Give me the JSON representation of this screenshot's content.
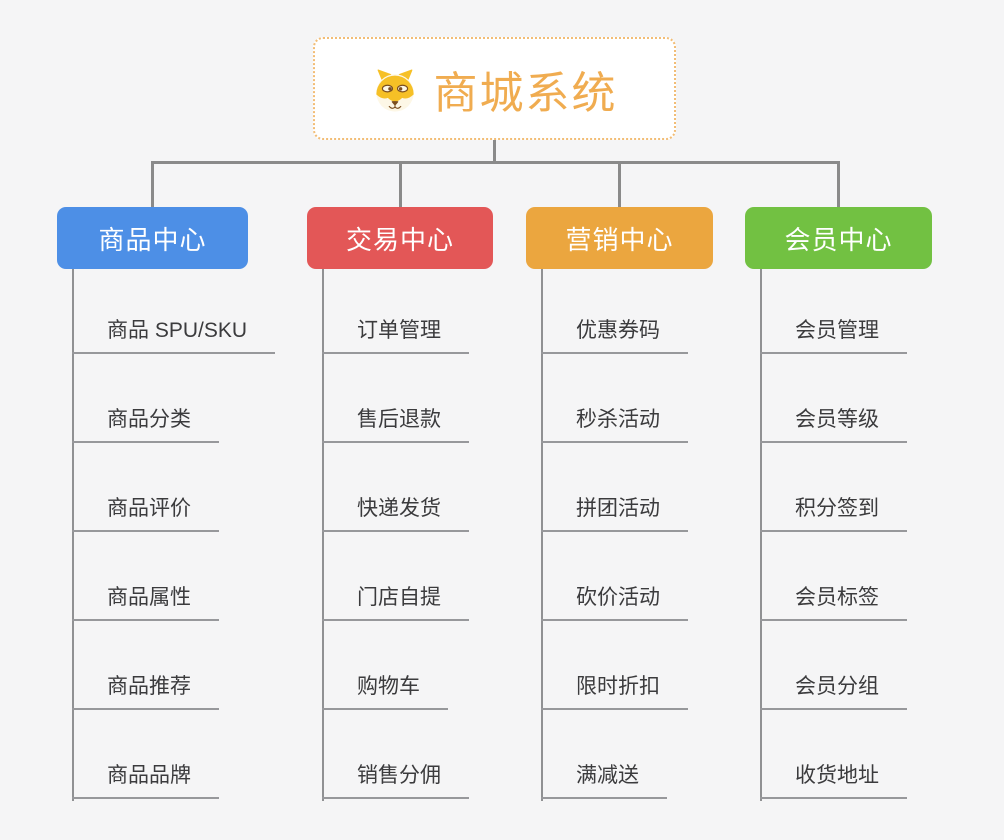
{
  "page": {
    "background_color": "#f5f5f6",
    "connector_color": "#8a8a8a"
  },
  "root": {
    "title": "商城系统",
    "icon": "dog-face-icon",
    "title_color": "#f0ac50",
    "border_color": "#f2bd76"
  },
  "branches": [
    {
      "id": "product",
      "label": "商品中心",
      "color": "#4d8fe6",
      "items": [
        "商品 SPU/SKU",
        "商品分类",
        "商品评价",
        "商品属性",
        "商品推荐",
        "商品品牌"
      ]
    },
    {
      "id": "trade",
      "label": "交易中心",
      "color": "#e35757",
      "items": [
        "订单管理",
        "售后退款",
        "快递发货",
        "门店自提",
        "购物车",
        "销售分佣"
      ]
    },
    {
      "id": "marketing",
      "label": "营销中心",
      "color": "#eba63f",
      "items": [
        "优惠券码",
        "秒杀活动",
        "拼团活动",
        "砍价活动",
        "限时折扣",
        "满减送"
      ]
    },
    {
      "id": "member",
      "label": "会员中心",
      "color": "#72c142",
      "items": [
        "会员管理",
        "会员等级",
        "积分签到",
        "会员标签",
        "会员分组",
        "收货地址"
      ]
    }
  ]
}
